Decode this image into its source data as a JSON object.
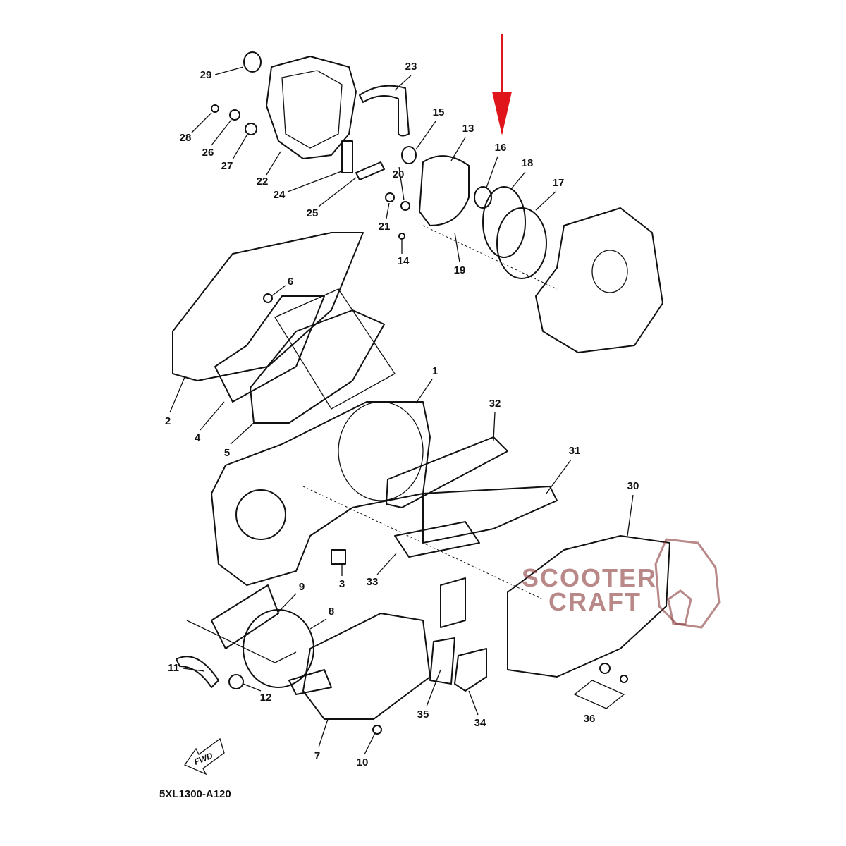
{
  "diagram": {
    "part_labels": [
      "29",
      "23",
      "15",
      "13",
      "16",
      "18",
      "17",
      "28",
      "26",
      "27",
      "22",
      "24",
      "25",
      "20",
      "21",
      "14",
      "19",
      "6",
      "2",
      "4",
      "5",
      "1",
      "32",
      "31",
      "30",
      "3",
      "33",
      "9",
      "8",
      "11",
      "12",
      "36",
      "35",
      "34",
      "7",
      "10"
    ],
    "fwd_label": "FWD",
    "diagram_code": "5XL1300-A120",
    "highlight_part": "16",
    "highlight_color": "#e0151b"
  },
  "watermark": {
    "line1": "SCOOTER",
    "line2": "CRAFT",
    "color": "#8b3a3a"
  }
}
